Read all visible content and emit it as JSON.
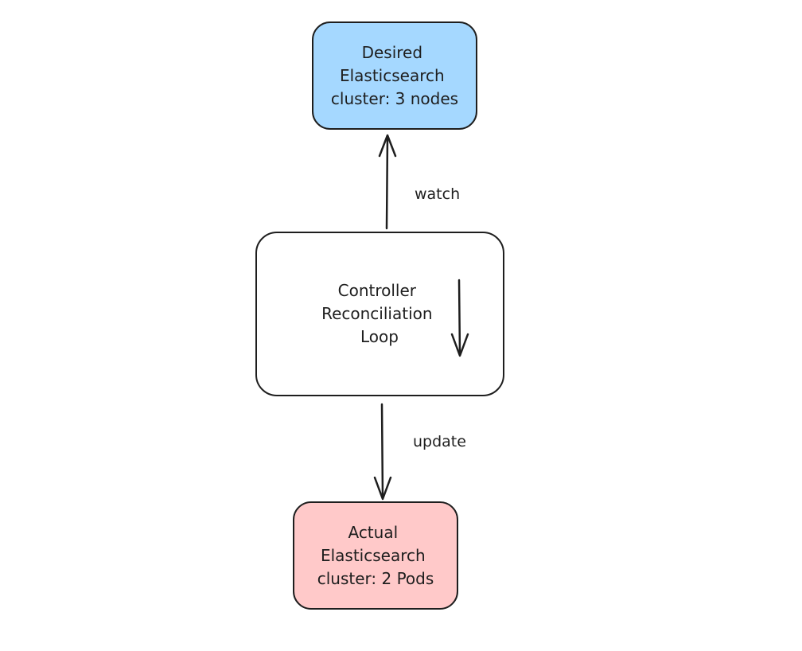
{
  "diagram": {
    "nodes": {
      "desired": {
        "lines": [
          "Desired",
          "Elasticsearch",
          "cluster: 3 nodes"
        ],
        "fill": "#a5d8ff",
        "stroke": "#1e1e1e"
      },
      "controller": {
        "lines": [
          "Controller",
          "Reconciliation",
          "Loop"
        ],
        "fill": "#ffffff",
        "stroke": "#1e1e1e"
      },
      "actual": {
        "lines": [
          "Actual",
          "Elasticsearch",
          "cluster: 2 Pods"
        ],
        "fill": "#ffc9c9",
        "stroke": "#1e1e1e"
      }
    },
    "edges": {
      "watch": {
        "label": "watch",
        "from": "controller",
        "to": "desired"
      },
      "update": {
        "label": "update",
        "from": "controller",
        "to": "actual"
      },
      "loop": {
        "label": ""
      }
    },
    "stroke_color": "#1e1e1e"
  }
}
